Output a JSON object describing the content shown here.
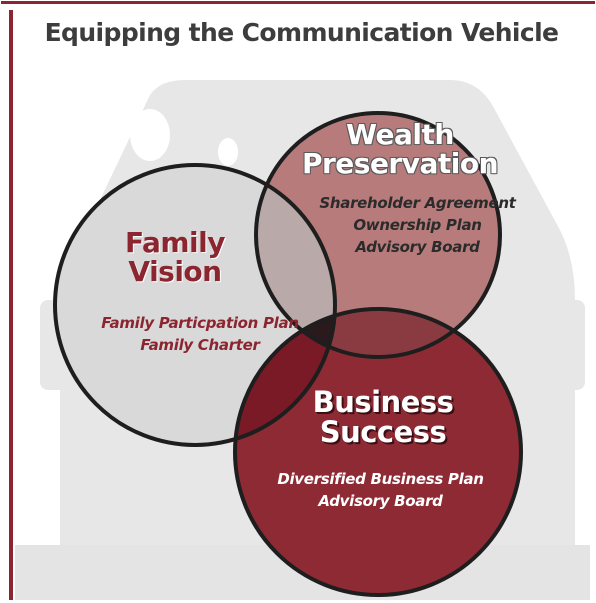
{
  "title": "Equipping the Communication Vehicle",
  "colors": {
    "frame": "#8b2630",
    "vehicle_silhouette": "#e6e6e6",
    "family_circle": "#d9d9d9",
    "wealth_circle": "#b77b7b",
    "business_circle": "#8e2a34",
    "family_business_overlap": "#7a1a26",
    "wealth_business_overlap": "#8a3b42",
    "family_wealth_overlap": "#b9a9a9",
    "center_overlap": "#2a1a1d",
    "circle_stroke": "#1e1e1e"
  },
  "circles": [
    {
      "id": "family",
      "heading_lines": [
        "Family",
        "Vision"
      ],
      "items": [
        "Family Particpation Plan",
        "Family Charter"
      ],
      "heading_color": "#8b2630",
      "item_color": "#8b2630"
    },
    {
      "id": "wealth",
      "heading_lines": [
        "Wealth",
        "Preservation"
      ],
      "items": [
        "Shareholder Agreement",
        "Ownership Plan",
        "Advisory Board"
      ],
      "heading_color": "#ffffff",
      "item_color": "#2b2b2b"
    },
    {
      "id": "business",
      "heading_lines": [
        "Business",
        "Success"
      ],
      "items": [
        "Diversified Business Plan",
        "Advisory Board"
      ],
      "heading_color": "#ffffff",
      "item_color": "#ffffff"
    }
  ]
}
